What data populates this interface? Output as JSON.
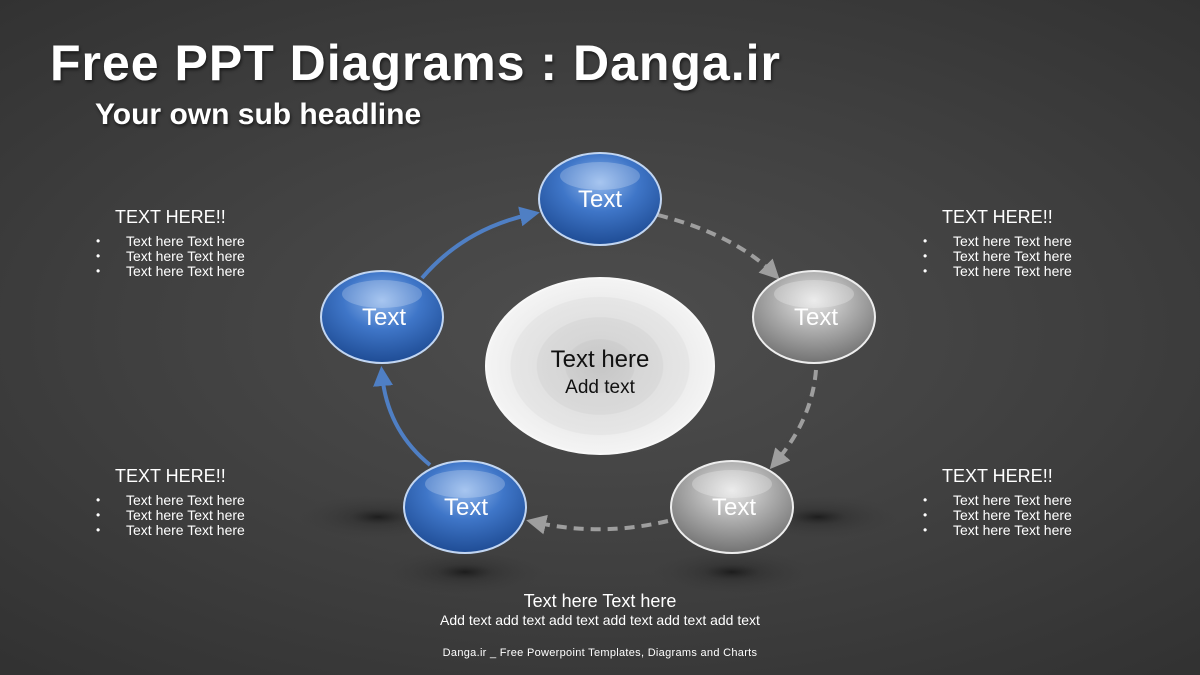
{
  "title": "Free PPT Diagrams : Danga.ir",
  "subtitle": "Your own sub headline",
  "colors": {
    "active_node": "#3d73c4",
    "inactive_node": "#a6a6a6",
    "active_arrow": "#4f7fc4",
    "inactive_arrow": "#9e9e9e"
  },
  "center": {
    "title": "Text here",
    "subtitle": "Add text"
  },
  "nodes": [
    {
      "label": "Text",
      "state": "active"
    },
    {
      "label": "Text",
      "state": "inactive"
    },
    {
      "label": "Text",
      "state": "inactive"
    },
    {
      "label": "Text",
      "state": "active"
    },
    {
      "label": "Text",
      "state": "active"
    }
  ],
  "text_blocks": [
    {
      "heading": "TEXT HERE!!",
      "bullets": [
        "Text here Text here",
        "Text here Text here",
        "Text here Text here"
      ]
    },
    {
      "heading": "TEXT HERE!!",
      "bullets": [
        "Text here Text here",
        "Text here Text here",
        "Text here Text here"
      ]
    },
    {
      "heading": "TEXT HERE!!",
      "bullets": [
        "Text here Text here",
        "Text here Text here",
        "Text here Text here"
      ]
    },
    {
      "heading": "TEXT HERE!!",
      "bullets": [
        "Text here Text here",
        "Text here Text here",
        "Text here Text here"
      ]
    }
  ],
  "bottom": {
    "title": "Text here Text here",
    "subtitle": "Add text add text add text add text add text add text"
  },
  "footer": "Danga.ir _ Free Powerpoint Templates, Diagrams and Charts"
}
